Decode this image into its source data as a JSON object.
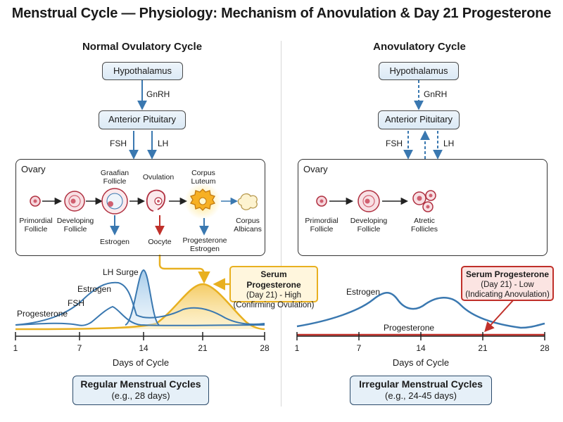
{
  "title": "Menstrual Cycle — Physiology: Mechanism of Anovulation & Day 21 Progesterone",
  "colors": {
    "blue": "#3a78b0",
    "gold": "#e8b020",
    "red": "#c0302a",
    "node_fill": "#dbe9f5"
  },
  "left": {
    "heading": "Normal Ovulatory Cycle",
    "hypothalamus": "Hypothalamus",
    "gnrh": "GnRH",
    "pituitary": "Anterior Pituitary",
    "fsh": "FSH",
    "lh": "LH",
    "ovary_label": "Ovary",
    "stages_top": {
      "graafian": "Graafian\nFollicle",
      "ovulation": "Ovulation",
      "corpus_luteum": "Corpus\nLuteum"
    },
    "stages_bottom": {
      "primordial": "Primordial\nFollicle",
      "developing": "Developing\nFollicle",
      "albicans": "Corpus\nAlbicans"
    },
    "outputs": {
      "estrogen": "Estrogen",
      "oocyte": "Oocyte",
      "prog_estrogen": "Progesterone\nEstrogen"
    },
    "callout_title": "Serum Progesterone",
    "callout_line1": "(Day 21) - High",
    "callout_line2": "(Confirming Ovulation)",
    "curve_labels": {
      "lh_surge": "LH Surge",
      "estrogen": "Estrogen",
      "fsh": "FSH",
      "progesterone": "Progesterone"
    },
    "summary_title": "Regular Menstrual Cycles",
    "summary_sub": "(e.g., 28 days)"
  },
  "right": {
    "heading": "Anovulatory Cycle",
    "hypothalamus": "Hypothalamus",
    "gnrh": "GnRH",
    "pituitary": "Anterior Pituitary",
    "fsh": "FSH",
    "lh": "LH",
    "ovary_label": "Ovary",
    "stages": {
      "primordial": "Primordial\nFollicle",
      "developing": "Developing\nFollicle",
      "atretic": "Atretic\nFollicles"
    },
    "callout_title": "Serum Progesterone",
    "callout_line1": "(Day 21) - Low",
    "callout_line2": "(Indicating Anovulation)",
    "curve_labels": {
      "estrogen": "Estrogen",
      "progesterone": "Progesterone"
    },
    "summary_title": "Irregular Menstrual Cycles",
    "summary_sub": "(e.g., 24-45 days)"
  },
  "axis": {
    "ticks": [
      "1",
      "7",
      "14",
      "21",
      "28"
    ],
    "label": "Days of Cycle"
  }
}
